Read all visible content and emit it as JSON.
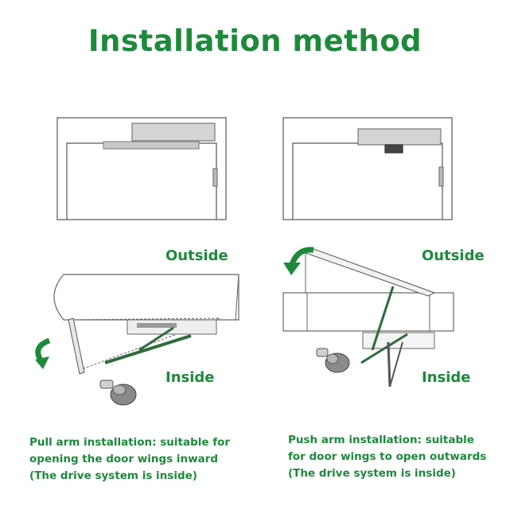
{
  "title": "Installation method",
  "left": {
    "outside_label": "Outside",
    "inside_label": "Inside",
    "caption": [
      "Pull arm installation: suitable for",
      "opening the door wings inward",
      "(The drive system is inside)"
    ]
  },
  "right": {
    "outside_label": "Outside",
    "inside_label": "Inside",
    "caption": [
      "Push arm installation: suitable",
      "for door wings to open outwards",
      "(The drive system is inside)"
    ]
  },
  "colors": {
    "accent": "#1c8a3a",
    "line": "#555555",
    "arm": "#2c6b3a"
  }
}
